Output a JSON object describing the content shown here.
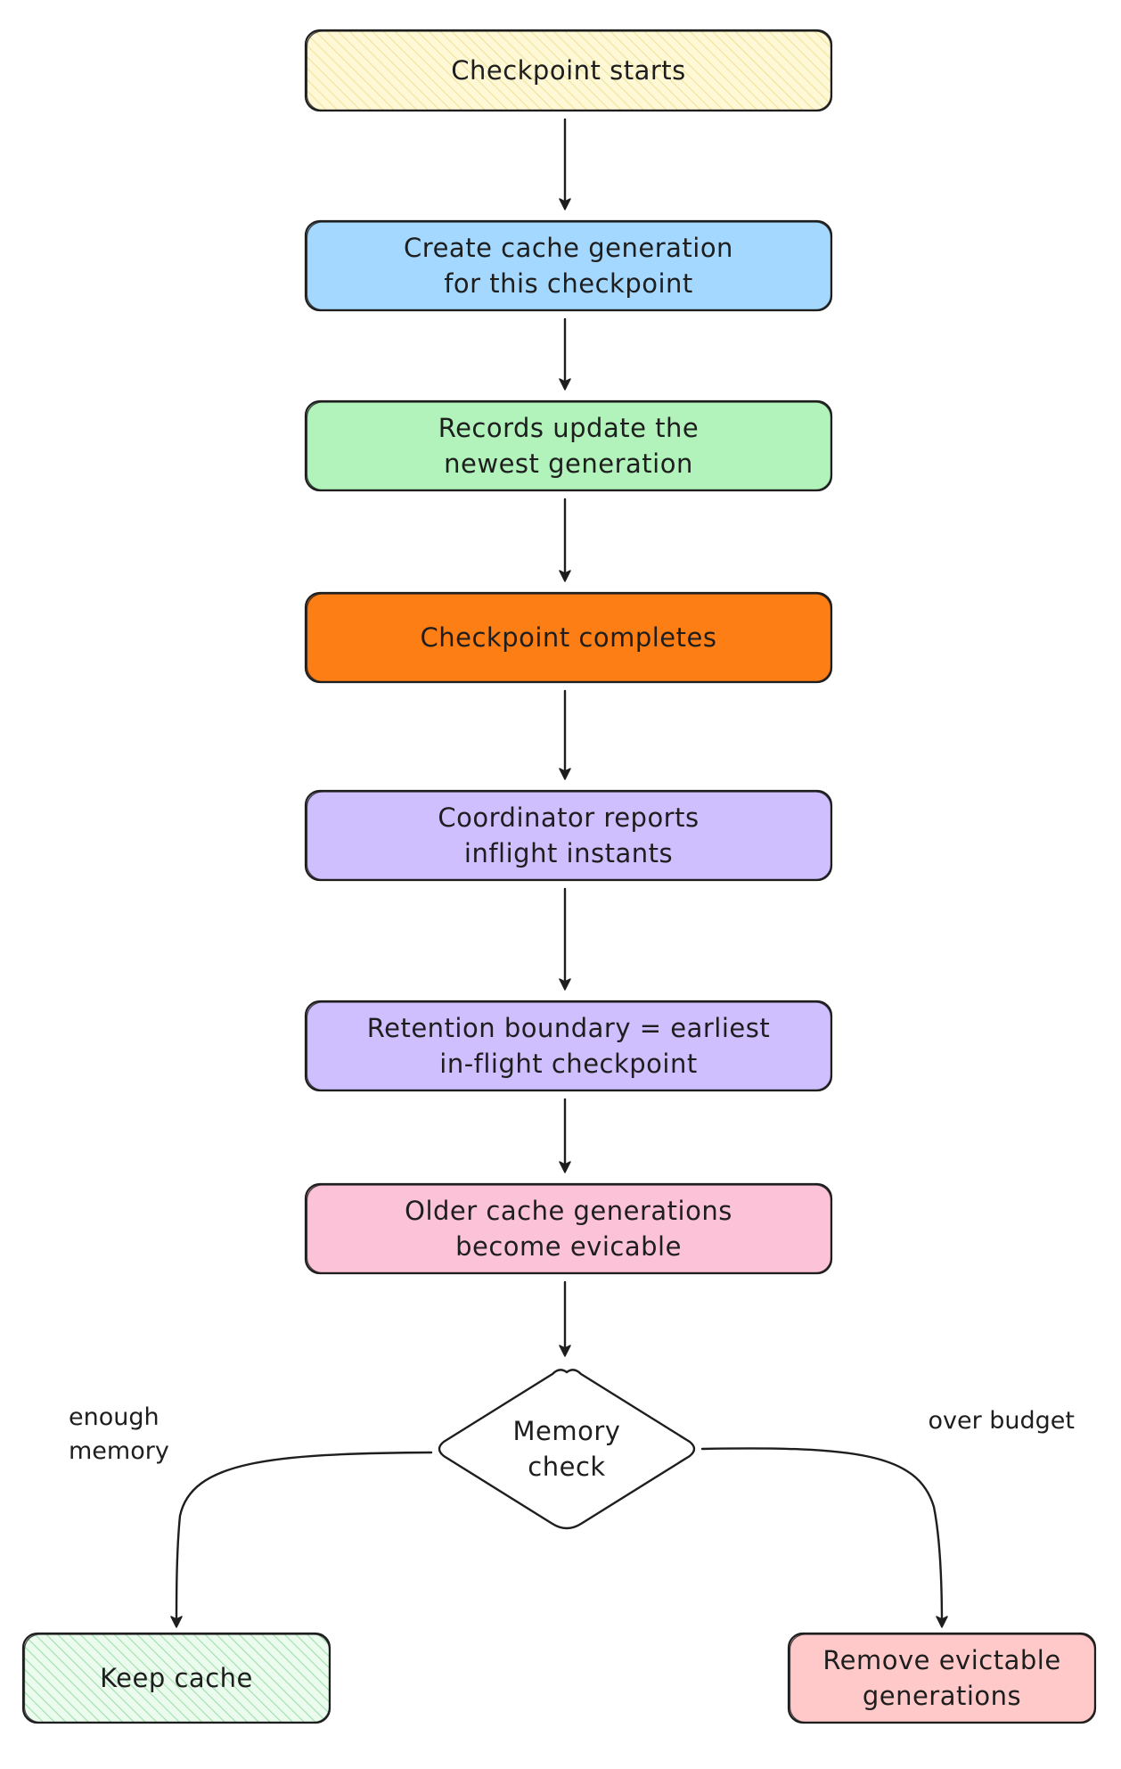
{
  "nodes": [
    {
      "id": "checkpoint-starts",
      "shape": "rect",
      "fill": "#fff8d6",
      "hatch": true,
      "hatch_color": "#efe39a",
      "lines": [
        "Checkpoint starts"
      ]
    },
    {
      "id": "create-cache-generation",
      "shape": "rect",
      "fill": "#a5d8ff",
      "lines": [
        "Create cache generation",
        "for this checkpoint"
      ]
    },
    {
      "id": "records-update",
      "shape": "rect",
      "fill": "#b2f2bb",
      "lines": [
        "Records update the",
        "newest generation"
      ]
    },
    {
      "id": "checkpoint-completes",
      "shape": "rect",
      "fill": "#fd7e14",
      "lines": [
        "Checkpoint completes"
      ]
    },
    {
      "id": "coordinator-reports",
      "shape": "rect",
      "fill": "#d0bfff",
      "lines": [
        "Coordinator reports",
        "inflight instants"
      ]
    },
    {
      "id": "retention-boundary",
      "shape": "rect",
      "fill": "#d0bfff",
      "lines": [
        "Retention boundary = earliest",
        "in-flight checkpoint"
      ]
    },
    {
      "id": "older-cache-generations",
      "shape": "rect",
      "fill": "#fcc2d7",
      "lines": [
        "Older cache generations",
        "become evicable"
      ]
    },
    {
      "id": "memory-check",
      "shape": "diamond",
      "fill": "#ffffff",
      "lines": [
        "Memory",
        "check"
      ]
    },
    {
      "id": "keep-cache",
      "shape": "rect",
      "fill": "#ebfbee",
      "hatch": true,
      "hatch_color": "#9fe0a9",
      "lines": [
        "Keep cache"
      ]
    },
    {
      "id": "remove-evictable",
      "shape": "rect",
      "fill": "#ffc9c9",
      "lines": [
        "Remove evictable",
        "generations"
      ]
    }
  ],
  "edges": [
    {
      "from": "checkpoint-starts",
      "to": "create-cache-generation"
    },
    {
      "from": "create-cache-generation",
      "to": "records-update"
    },
    {
      "from": "records-update",
      "to": "checkpoint-completes"
    },
    {
      "from": "checkpoint-completes",
      "to": "coordinator-reports"
    },
    {
      "from": "coordinator-reports",
      "to": "retention-boundary"
    },
    {
      "from": "retention-boundary",
      "to": "older-cache-generations"
    },
    {
      "from": "older-cache-generations",
      "to": "memory-check"
    },
    {
      "from": "memory-check",
      "to": "keep-cache",
      "label": [
        "enough",
        "memory"
      ]
    },
    {
      "from": "memory-check",
      "to": "remove-evictable",
      "label": [
        "over budget"
      ]
    }
  ],
  "colors": {
    "stroke": "#1e1e1e",
    "text": "#1e1e1e",
    "background": "#ffffff"
  }
}
